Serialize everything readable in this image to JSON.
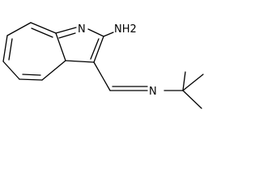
{
  "molecule": {
    "labels": {
      "ring_nitrogen": "N",
      "amino_group": "NH2",
      "imine_nitrogen": "N"
    }
  }
}
